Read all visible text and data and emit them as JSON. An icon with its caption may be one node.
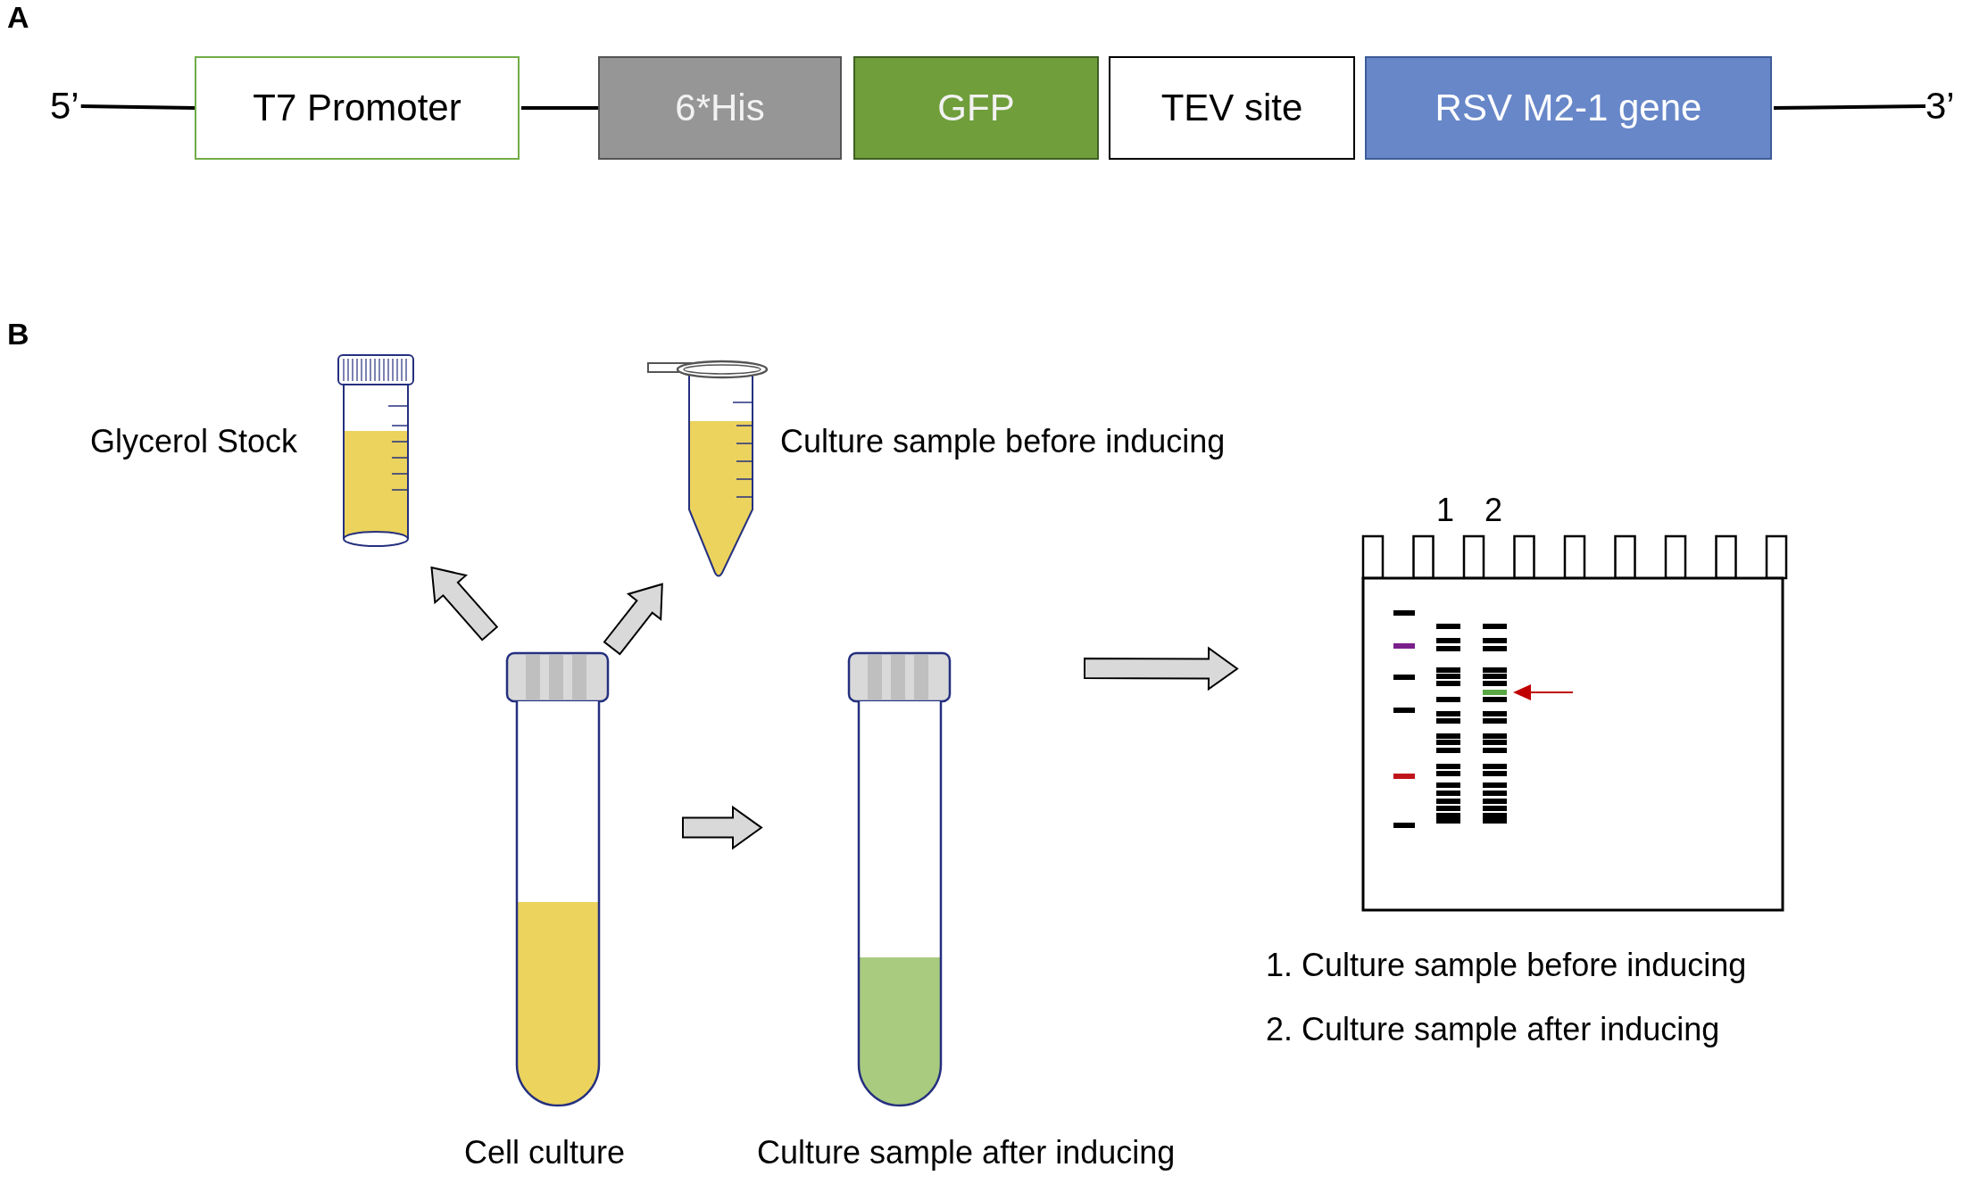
{
  "diagram": {
    "nodes": [
      {
        "text": [
          "5’"
        ]
      },
      {
        "text": [
          "T7 Promoter"
        ]
      },
      {
        "text": [
          "6*His"
        ]
      },
      {
        "text": [
          "GFP"
        ]
      },
      {
        "text": [
          "TEV site"
        ]
      },
      {
        "text": [
          "RSV M2-1 gene"
        ]
      },
      {
        "text": [
          "3’"
        ]
      },
      {
        "text": [],
        "shape": "picture",
        "beside": [
          "Glycerol Stock"
        ]
      },
      {
        "text": [],
        "shape": "picture",
        "beside": [
          "Culture sample before inducing"
        ]
      },
      {
        "text": [],
        "shape": "picture",
        "beside": [
          "Cell culture"
        ]
      },
      {
        "text": [],
        "shape": "picture",
        "beside": [
          "Culture sample after inducing"
        ]
      },
      {
        "text": [],
        "shape": "picture",
        "beside": [
          "1. Culture sample before inducing",
          "2. Culture sample after inducing"
        ]
      }
    ],
    "edges": [
      {
        "from": 0,
        "to": 1,
        "arrow": "none"
      },
      {
        "from": 1,
        "to": 2,
        "arrow": "none"
      },
      {
        "from": 5,
        "to": 6,
        "arrow": "none"
      },
      {
        "from": 9,
        "to": 7,
        "arrow": "to",
        "style": "thick"
      },
      {
        "from": 9,
        "to": 8,
        "arrow": "to",
        "style": "thick"
      },
      {
        "from": 9,
        "to": 10,
        "arrow": "to",
        "style": "thick"
      },
      {
        "from": 10,
        "to": 11,
        "arrow": "to",
        "style": "thick"
      }
    ],
    "labels": [
      "A",
      "B",
      "1",
      "2"
    ]
  }
}
